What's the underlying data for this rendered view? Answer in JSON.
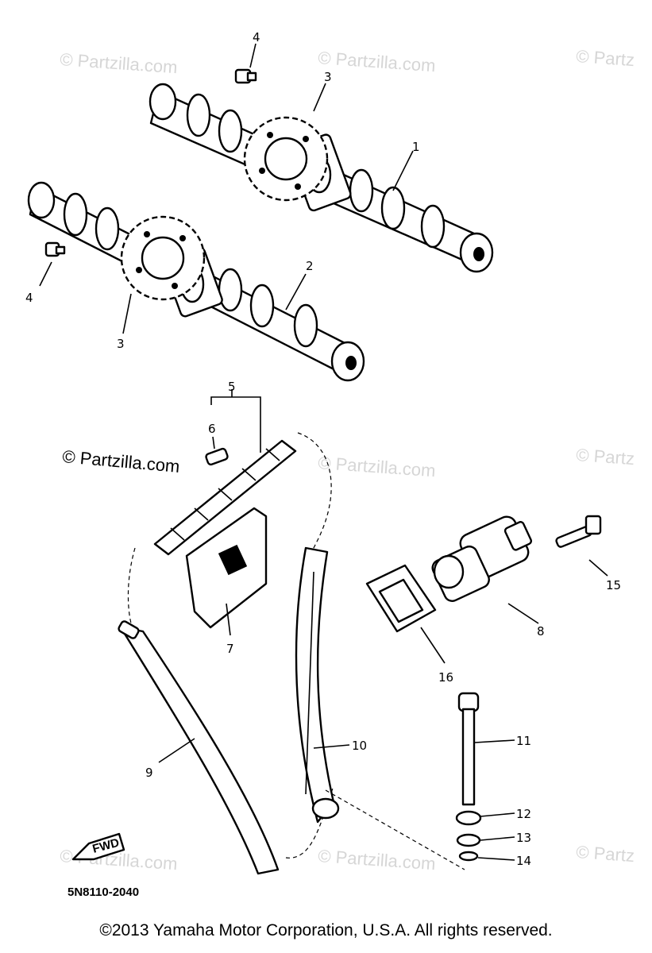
{
  "watermark": "© Partzilla.com",
  "watermark_partial": "© Partz",
  "callouts": {
    "c1": "1",
    "c2": "2",
    "c3a": "3",
    "c3b": "3",
    "c4a": "4",
    "c4b": "4",
    "c5": "5",
    "c6": "6",
    "c7": "7",
    "c8": "8",
    "c9": "9",
    "c10": "10",
    "c11": "11",
    "c12": "12",
    "c13": "13",
    "c14": "14",
    "c15": "15",
    "c16": "16"
  },
  "fwd_label": "FWD",
  "diagram_code": "5N8110-2040",
  "copyright": "©2013  Yamaha Motor Corporation, U.S.A. All rights reserved."
}
